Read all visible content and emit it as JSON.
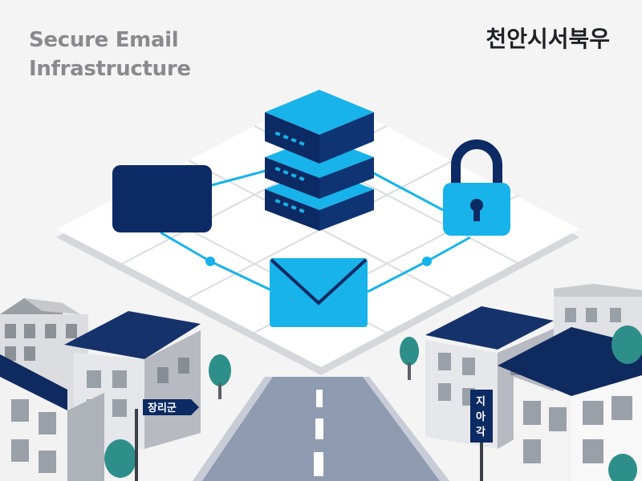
{
  "header": {
    "title_line1": "Secure Email",
    "title_line2": "Infrastructure",
    "region_label": "천안시서북우"
  },
  "street_signs": {
    "left": "장리군",
    "right_line1": "지",
    "right_line2": "아",
    "right_line3": "각"
  },
  "icons": {
    "monitor": "monitor-icon",
    "server": "server-stack-icon",
    "lock": "padlock-icon",
    "mail": "envelope-icon"
  },
  "colors": {
    "navy": "#0c2a63",
    "cyan": "#17b3ea",
    "platform": "#ffffff",
    "grid": "#d9dce1",
    "road": "#8f9bb0",
    "building_gray": "#b9bcc2",
    "tree": "#2e8f8a"
  }
}
